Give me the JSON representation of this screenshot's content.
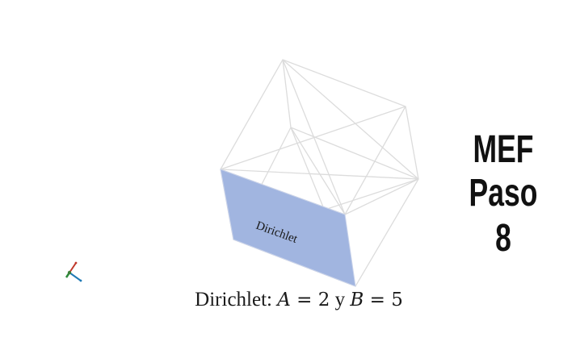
{
  "title": {
    "line1": "MEF",
    "line2": "Paso 8"
  },
  "face_label": "Dirichlet",
  "caption": {
    "prefix": "Dirichlet:",
    "var_a": "A",
    "eq_a": "= 2",
    "connector": "y",
    "var_b": "B",
    "eq_b": "= 5"
  },
  "colors": {
    "face_fill": "#a1b5e0",
    "edge": "#dcdcdc",
    "text": "#1a1a1a"
  },
  "icons": {
    "axes": "axes-triad-icon"
  }
}
